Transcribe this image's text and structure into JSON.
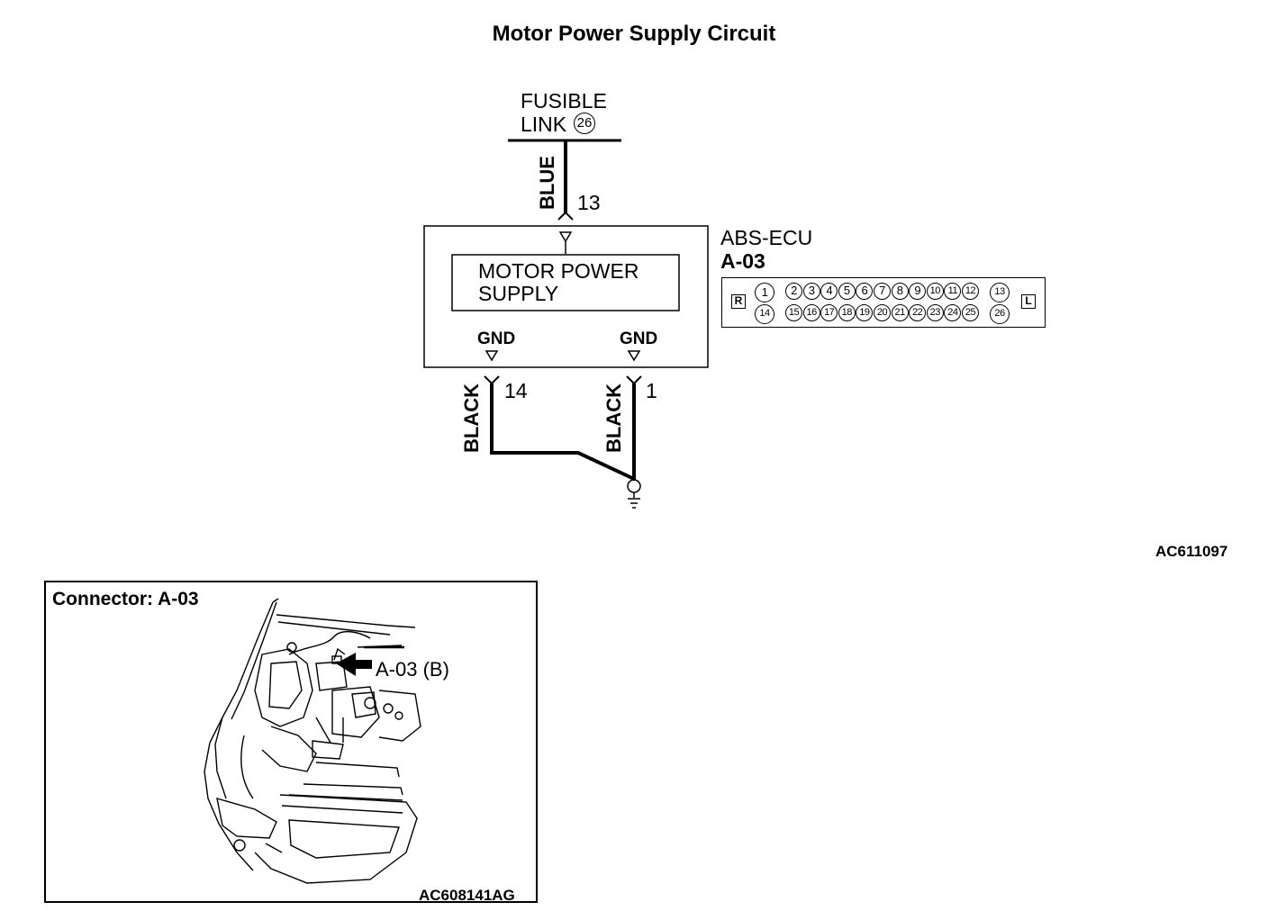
{
  "title": "Motor Power Supply Circuit",
  "fusible_link": {
    "line1": "FUSIBLE",
    "line2": "LINK",
    "number": "26"
  },
  "wires": {
    "supply_color": "BLUE",
    "supply_pin": "13",
    "ground_left_color": "BLACK",
    "ground_left_pin": "14",
    "ground_right_color": "BLACK",
    "ground_right_pin": "1"
  },
  "ecu": {
    "name": "ABS-ECU",
    "connector": "A-03",
    "block_line1": "MOTOR POWER",
    "block_line2": "SUPPLY",
    "gnd_left": "GND",
    "gnd_right": "GND"
  },
  "connector_face": {
    "left_tag": "R",
    "right_tag": "L",
    "top_row": [
      "1",
      "2",
      "3",
      "4",
      "5",
      "6",
      "7",
      "8",
      "9",
      "10",
      "11",
      "12",
      "13"
    ],
    "bottom_row": [
      "14",
      "15",
      "16",
      "17",
      "18",
      "19",
      "20",
      "21",
      "22",
      "23",
      "24",
      "25",
      "26"
    ]
  },
  "diagram_ref": "AC611097",
  "inset": {
    "title": "Connector: A-03",
    "callout": "A-03 (B)",
    "ref": "AC608141AG"
  }
}
